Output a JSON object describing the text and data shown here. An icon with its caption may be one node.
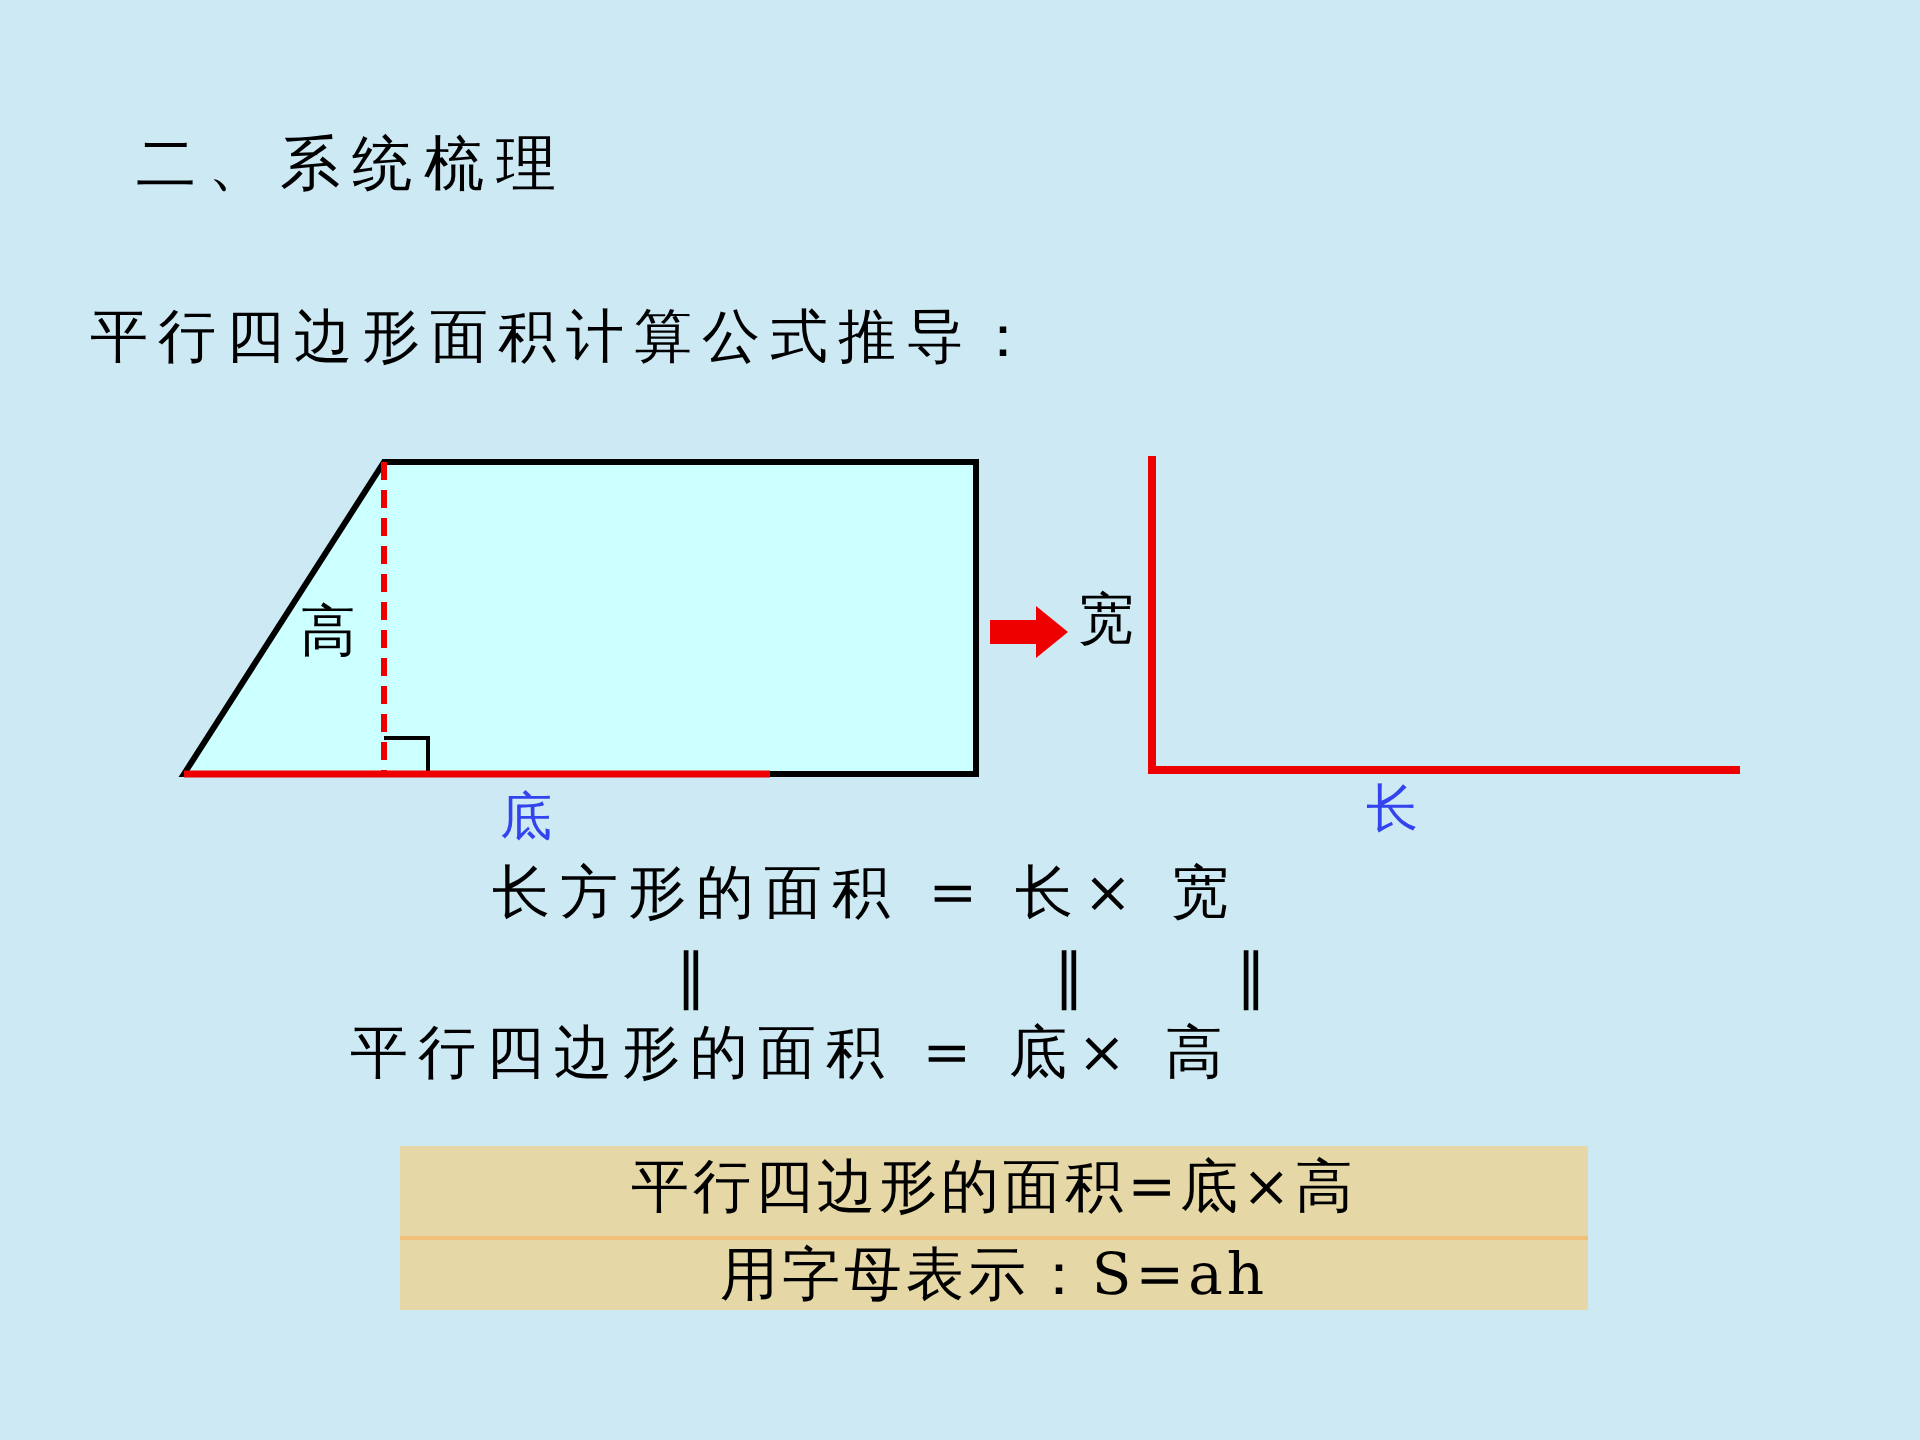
{
  "diagram": {
    "title": "二、系统梳理",
    "nodes": [
      {
        "text": [
          "高"
        ],
        "beside": [
          "底"
        ]
      },
      {
        "text": [
          "宽"
        ],
        "beside": [
          "长"
        ]
      },
      {
        "text": [
          "平行四边形的面积=底×高",
          "用字母表示：S=ah"
        ]
      }
    ],
    "edges": [
      {
        "from": 0,
        "to": 1,
        "arrow": "to"
      }
    ],
    "labels": [
      "平行四边形面积计算公式推导：",
      "长方形的面积 = 长× 宽",
      "‖",
      "‖",
      "‖",
      "平行四边形的面积 = 底× 高"
    ]
  }
}
